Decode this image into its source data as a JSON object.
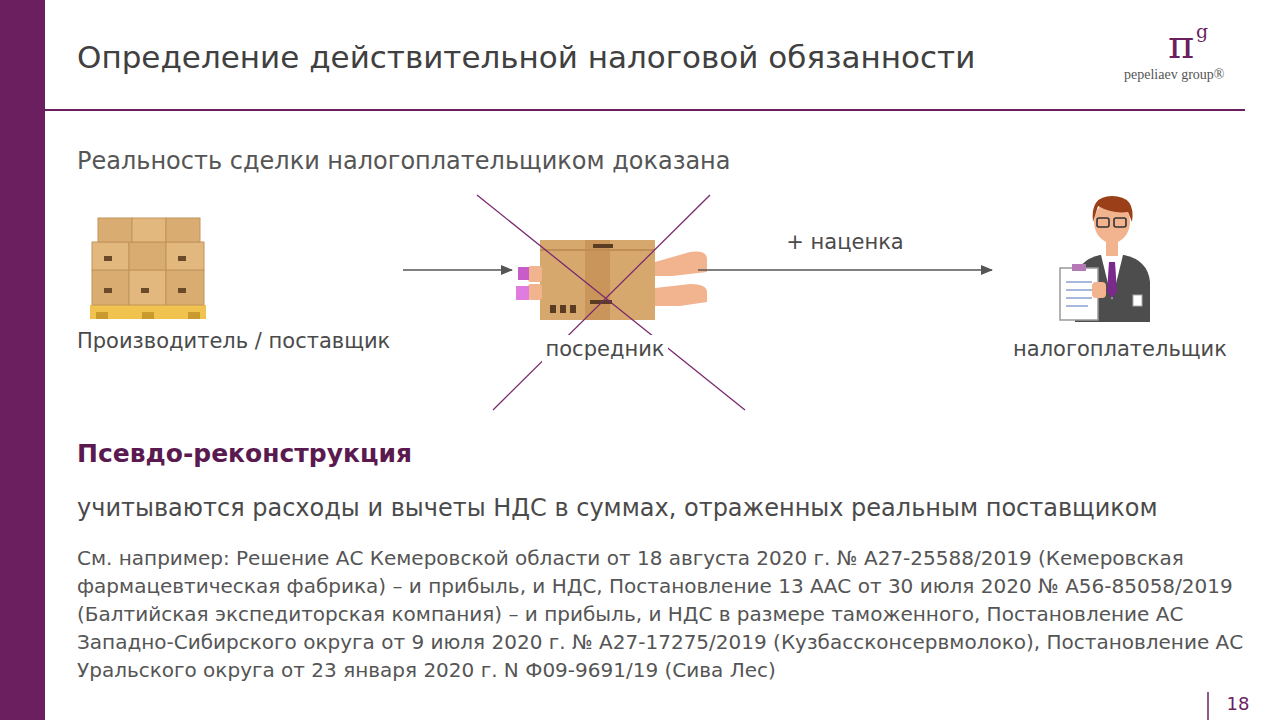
{
  "diagram": {
    "title": "Определение действительной налоговой обязанности",
    "nodes": [
      {
        "text": [
          "Производитель / поставщик"
        ]
      },
      {
        "text": [
          "посредник"
        ]
      },
      {
        "text": [
          "налогоплательщик"
        ]
      }
    ],
    "edges": [
      {
        "from": 0,
        "to": 1,
        "arrow": "to"
      },
      {
        "from": 1,
        "to": 2,
        "label": "+ наценка",
        "arrow": "to"
      }
    ],
    "labels": [
      "π",
      "g",
      "pepeliaev group®",
      "Реальность сделки налогоплательщиком доказана",
      "Псевдо-реконструкция",
      "учитываются расходы и вычеты НДС в суммах, отраженных реальным поставщиком",
      "См. например: Решение АС Кемеровской области от 18 августа 2020 г. № А27-25588/2019 (Кемеровская фармацевтическая фабрика) – и прибыль, и НДС, Постановление 13 ААС от 30 июля 2020 № А56-85058/2019 (Балтийская экспедиторская компания) – и прибыль, и НДС в размере таможенного, Постановление АС Западно-Сибирского округа от 9 июля 2020 г. № А27-17275/2019 (Кузбассконсервмолоко), Постановление АС Уральского округа от 23 января 2020 г. N Ф09-9691/19 (Сива Лес)",
      "18"
    ]
  }
}
